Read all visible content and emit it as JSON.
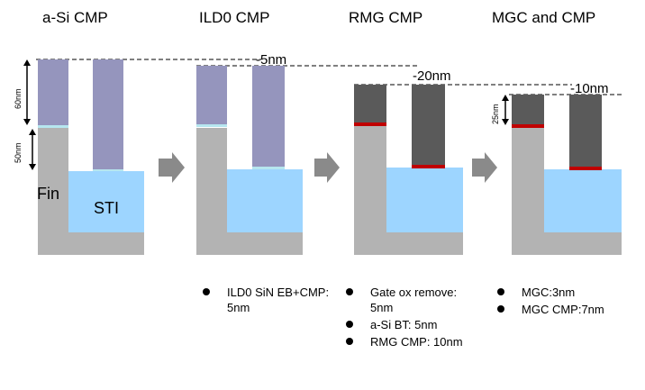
{
  "stages": [
    {
      "title": "a-Si CMP",
      "notes": []
    },
    {
      "title": "ILD0 CMP",
      "notes": [
        "ILD0 SiN EB+CMP: 5nm"
      ]
    },
    {
      "title": "RMG CMP",
      "notes": [
        "Gate ox remove: 5nm",
        "a-Si BT: 5nm",
        "RMG CMP: 10nm"
      ]
    },
    {
      "title": "MGC and CMP",
      "notes": [
        "MGC:3nm",
        "MGC CMP:7nm"
      ]
    }
  ],
  "labels": {
    "fin": "Fin",
    "sti": "STI",
    "height_60": "60nm",
    "height_50": "50nm",
    "height_25": "25nm"
  },
  "recess_labels": [
    "-5nm",
    "-20nm",
    "-10nm"
  ],
  "colors": {
    "substrate": "#b3b3b3",
    "sti": "#9dd5ff",
    "asi_gate": "#9595bd",
    "metal_gate": "#5a5a5a",
    "gate_oxide_light": "#b6e6ef",
    "gate_oxide_red": "#c00000",
    "arrow": "#8a8a8a"
  }
}
